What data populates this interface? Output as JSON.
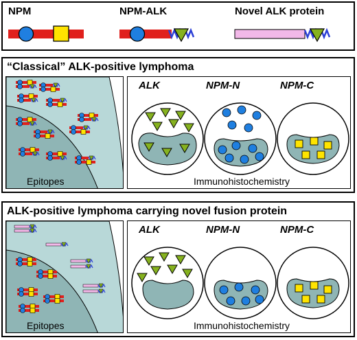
{
  "legend": {
    "npm_label": "NPM",
    "npm_alk_label": "NPM-ALK",
    "novel_label": "Novel ALK protein"
  },
  "panels": [
    {
      "title": "“Classical” ALK-positive lymphoma",
      "epitopes_label": "Epitopes",
      "ihc_label": "Immunohistochemistry",
      "stains": [
        {
          "label": "ALK",
          "result": "cytoplasmic and nuclear triangles"
        },
        {
          "label": "NPM-N",
          "result": "cytoplasmic and nuclear circles"
        },
        {
          "label": "NPM-C",
          "result": "nuclear squares only"
        }
      ]
    },
    {
      "title": "ALK-positive lymphoma carrying novel fusion protein",
      "epitopes_label": "Epitopes",
      "ihc_label": "Immunohistochemistry",
      "stains": [
        {
          "label": "ALK",
          "result": "cytoplasmic triangles only"
        },
        {
          "label": "NPM-N",
          "result": "nuclear circles only"
        },
        {
          "label": "NPM-C",
          "result": "nuclear squares only"
        }
      ]
    }
  ],
  "colors": {
    "npm_bar": "#e0201c",
    "npm_n_circle": "#1f7fe0",
    "npm_c_square": "#ffe400",
    "alk_triangle": "#86b21f",
    "alk_zigzag": "#2b3fd6",
    "novel_bar": "#f2b8e8",
    "cell": "#b8d8d8",
    "nucleus": "#8fb5b5"
  }
}
